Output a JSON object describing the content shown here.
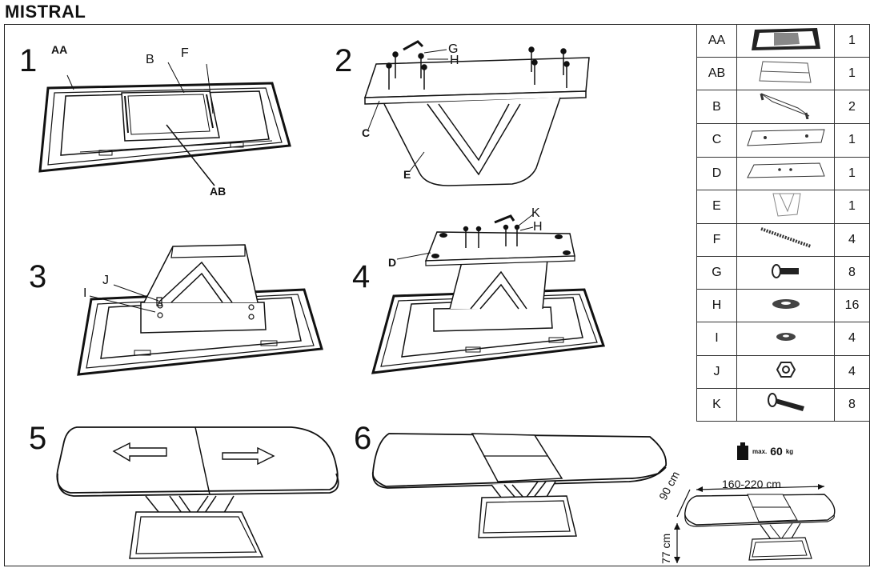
{
  "title": "MISTRAL",
  "steps": [
    "1",
    "2",
    "3",
    "4",
    "5",
    "6"
  ],
  "labels": {
    "s1": {
      "aa": "AA",
      "b": "B",
      "f": "F",
      "ab": "AB"
    },
    "s2": {
      "g": "G",
      "h": "H",
      "c": "C",
      "e": "E"
    },
    "s3": {
      "j": "J",
      "i": "I"
    },
    "s4": {
      "k": "K",
      "h": "H",
      "d": "D"
    }
  },
  "parts": [
    {
      "code": "AA",
      "qty": "1",
      "icon": "frame-icon"
    },
    {
      "code": "AB",
      "qty": "1",
      "icon": "insert-panel-icon"
    },
    {
      "code": "B",
      "qty": "2",
      "icon": "bracket-icon"
    },
    {
      "code": "C",
      "qty": "1",
      "icon": "top-plate-icon"
    },
    {
      "code": "D",
      "qty": "1",
      "icon": "bottom-plate-icon"
    },
    {
      "code": "E",
      "qty": "1",
      "icon": "v-leg-icon"
    },
    {
      "code": "F",
      "qty": "4",
      "icon": "threaded-rod-icon"
    },
    {
      "code": "G",
      "qty": "8",
      "icon": "short-bolt-icon"
    },
    {
      "code": "H",
      "qty": "16",
      "icon": "washer-icon"
    },
    {
      "code": "I",
      "qty": "4",
      "icon": "small-washer-icon"
    },
    {
      "code": "J",
      "qty": "4",
      "icon": "nut-icon"
    },
    {
      "code": "K",
      "qty": "8",
      "icon": "long-bolt-icon"
    }
  ],
  "weight": {
    "prefix": "max.",
    "value": "60",
    "unit": "kg"
  },
  "dimensions": {
    "length": "160-220 cm",
    "width": "90 cm",
    "height": "77 cm"
  }
}
